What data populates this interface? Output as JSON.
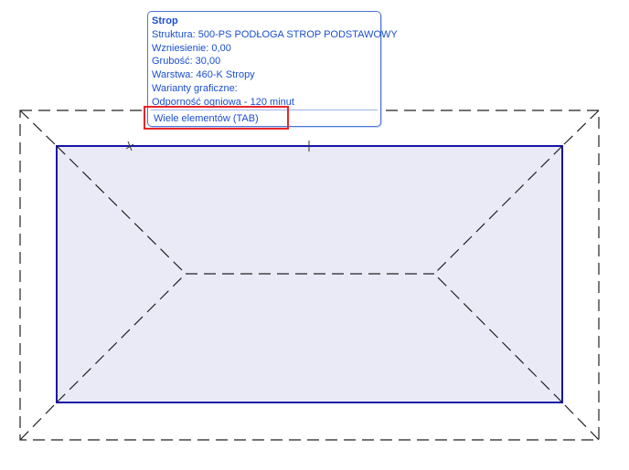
{
  "tooltip": {
    "title": "Strop",
    "struktura": "Struktura: 500-PS PODŁOGA STROP PODSTAWOWY",
    "wzniesienie": "Wzniesienie: 0,00",
    "grubosc": "Grubość: 30,00",
    "warstwa": "Warstwa: 460-K Stropy",
    "warianty": "Warianty graficzne:",
    "odpornosc": "Odporność ogniowa - 120 minut",
    "multiple": "Wiele elementów (TAB)"
  },
  "colors": {
    "slab_fill": "#eaeaf7",
    "slab_outline": "#1515a8",
    "dash_line": "#222222",
    "tooltip_text": "#1a4fd0",
    "tooltip_border": "#4a76d8",
    "highlight": "#e8262b"
  }
}
